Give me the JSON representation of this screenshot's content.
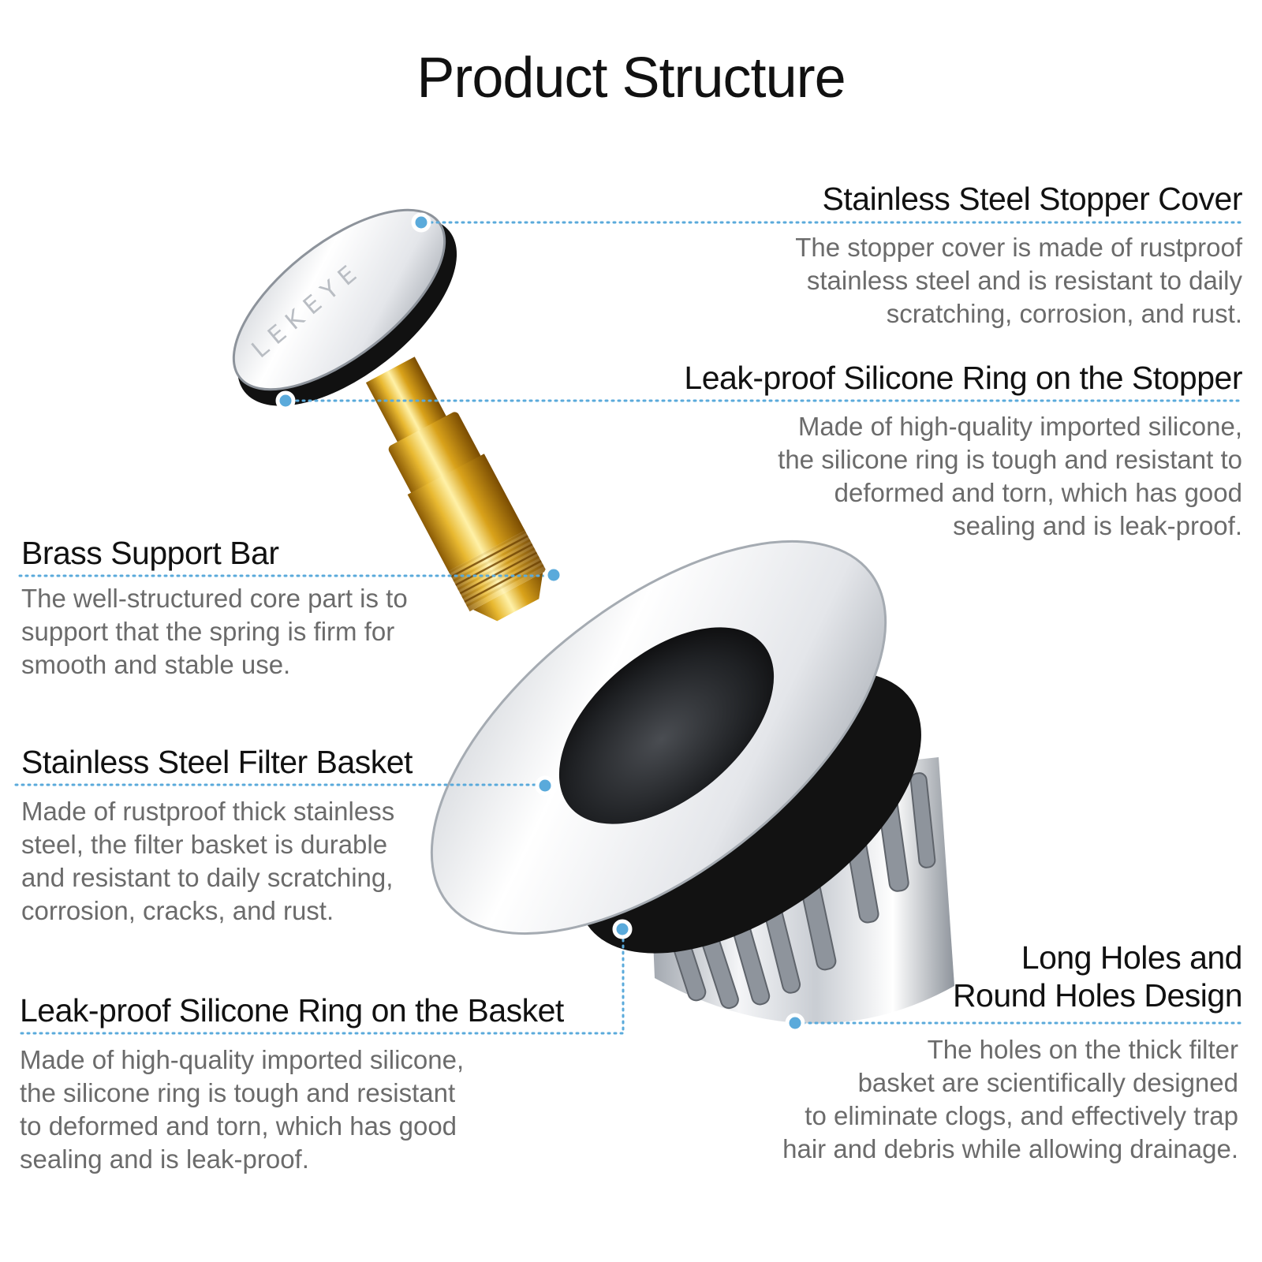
{
  "title": "Product Structure",
  "colors": {
    "accent": "#5aaadb",
    "heading": "#111111",
    "body": "#6b6b6b"
  },
  "brand_engraving": "LEKEYE",
  "callouts": [
    {
      "id": "stopper-cover",
      "label": "Stainless Steel Stopper Cover",
      "description": "The stopper cover is made of rustproof\nstainless steel and is resistant to daily\nscratching, corrosion, and rust."
    },
    {
      "id": "stopper-ring",
      "label": "Leak-proof Silicone Ring on the Stopper",
      "description": "Made of high-quality imported silicone,\nthe silicone ring is tough and resistant to\ndeformed and torn, which has good\nsealing and is leak-proof."
    },
    {
      "id": "brass-bar",
      "label": "Brass Support Bar",
      "description": "The well-structured core part is to\nsupport that the spring is firm for\nsmooth and stable use."
    },
    {
      "id": "filter-basket",
      "label": "Stainless Steel Filter Basket",
      "description": "Made of rustproof thick stainless\nsteel, the filter basket is durable\nand resistant to daily scratching,\ncorrosion, cracks, and rust."
    },
    {
      "id": "basket-ring",
      "label": "Leak-proof Silicone Ring on the Basket",
      "description": "Made of high-quality imported silicone,\nthe silicone ring is tough and resistant\nto deformed and torn, which has good\nsealing and is leak-proof."
    },
    {
      "id": "holes-design",
      "label": "Long Holes and\nRound Holes Design",
      "description": "The holes on the thick filter\nbasket are scientifically designed\nto eliminate clogs, and effectively trap\nhair and debris while allowing drainage."
    }
  ]
}
